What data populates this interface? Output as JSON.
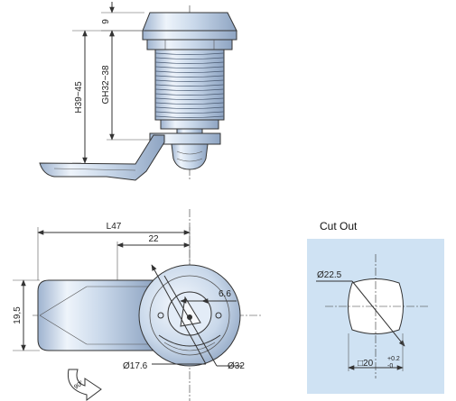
{
  "labels": {
    "cap_height": "9",
    "total_height": "H39~45",
    "grip_range": "GH32~38",
    "length": "L47",
    "offset": "22",
    "cam_width": "19,5",
    "key_slot": "6.6",
    "body_dia": "Ø17.6",
    "head_dia": "Ø32",
    "cutout_title": "Cut Out",
    "cutout_dia": "Ø22.5",
    "cutout_flat": "□20",
    "tol_plus": "+0.2",
    "tol_minus": "-0",
    "rotation": "90°"
  },
  "colors": {
    "metal_light": "#eef4fb",
    "metal_mid": "#c9d8ea",
    "metal_dark": "#8ea4c2",
    "cutout_panel": "#cfe2f3",
    "line": "#333333"
  },
  "icons": {
    "rotation": "rotation-arrow-icon"
  }
}
